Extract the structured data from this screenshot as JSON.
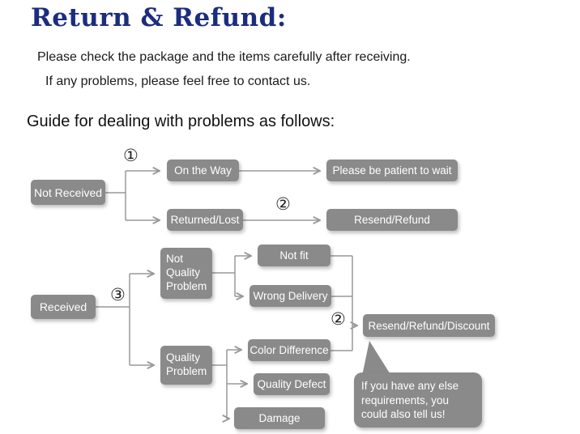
{
  "header": {
    "title": "Return & Refund:",
    "line1": "Please check the package and the items carefully after receiving.",
    "line2": "If any problems, please feel free to contact us.",
    "guide_heading": "Guide for dealing with problems as follows:"
  },
  "markers": {
    "one": "①",
    "two": "②",
    "three": "③"
  },
  "flow": {
    "not_received": "Not Received",
    "on_the_way": "On the Way",
    "be_patient": "Please be patient to wait",
    "returned_lost": "Returned/Lost",
    "resend_refund": "Resend/Refund",
    "received": "Received",
    "not_quality_problem": "Not Quality Problem",
    "not_fit": "Not fit",
    "wrong_delivery": "Wrong Delivery",
    "quality_problem": "Quality Problem",
    "color_difference": "Color Difference",
    "quality_defect": "Quality Defect",
    "damage": "Damage",
    "resend_refund_discount": "Resend/Refund/Discount",
    "bubble_note": "If you have any else requirements, you could also tell us!"
  },
  "colors": {
    "title": "#1b2d7d",
    "node_background": "#8a8a8a",
    "node_text": "#ffffff",
    "connector": "#999999"
  }
}
